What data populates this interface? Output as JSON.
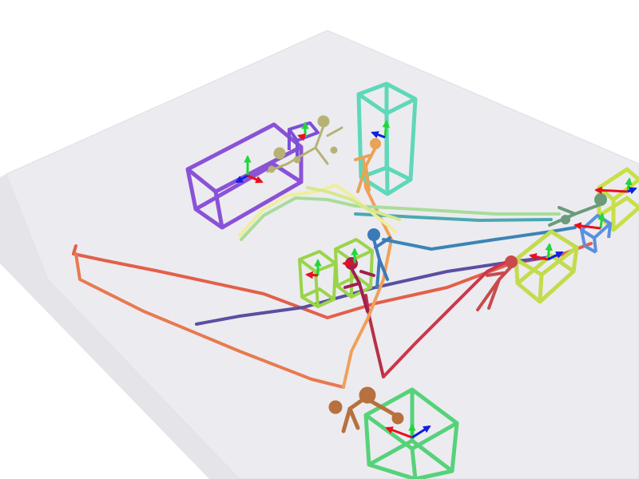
{
  "scene": {
    "description_visible_text": "",
    "colors": {
      "background": "#ffffff",
      "floor": "#ececf0",
      "floor_edge": "#dedee4",
      "axis_x": "#e8101a",
      "axis_y": "#22d63a",
      "axis_z": "#1020e0"
    },
    "boxes": [
      {
        "id": "purple-large-box",
        "color": "#8a52d6"
      },
      {
        "id": "purple-small-box",
        "color": "#7a4fd8"
      },
      {
        "id": "teal-tall-box",
        "color": "#5ed8b8"
      },
      {
        "id": "lime-box-left-a",
        "color": "#9bd44a"
      },
      {
        "id": "lime-box-left-b",
        "color": "#9bd44a"
      },
      {
        "id": "lime-box-right",
        "color": "#c2dc4e"
      },
      {
        "id": "yellowgreen-box-far-right",
        "color": "#c8e048"
      },
      {
        "id": "blue-small-box",
        "color": "#5b8fe0"
      },
      {
        "id": "green-box-front",
        "color": "#56d27a"
      }
    ],
    "trajectories": [
      {
        "id": "orange-red-trajectory",
        "color": "#e2604a"
      },
      {
        "id": "indigo-trajectory",
        "color": "#5a4fa0"
      },
      {
        "id": "crimson-trajectory",
        "color": "#cf3548"
      },
      {
        "id": "orange-trajectory",
        "color": "#f0a058"
      },
      {
        "id": "teal-trajectory",
        "color": "#4aa8b0"
      },
      {
        "id": "steelblue-trajectory",
        "color": "#3a84b8"
      },
      {
        "id": "palegreen-trajectory",
        "color": "#a8dc9a"
      },
      {
        "id": "paleyellow-trajectory",
        "color": "#eeee9c"
      }
    ],
    "figures": [
      {
        "id": "olive-figure",
        "color": "#b5b273"
      },
      {
        "id": "orange-figure-back",
        "color": "#e8a356"
      },
      {
        "id": "steelblue-figure",
        "color": "#3a7ab8"
      },
      {
        "id": "maroon-figure",
        "color": "#a02050"
      },
      {
        "id": "red-figure-right",
        "color": "#c84a4a"
      },
      {
        "id": "sage-figure-right",
        "color": "#6a9c7c"
      },
      {
        "id": "brown-figure-front",
        "color": "#b8703e"
      }
    ]
  }
}
